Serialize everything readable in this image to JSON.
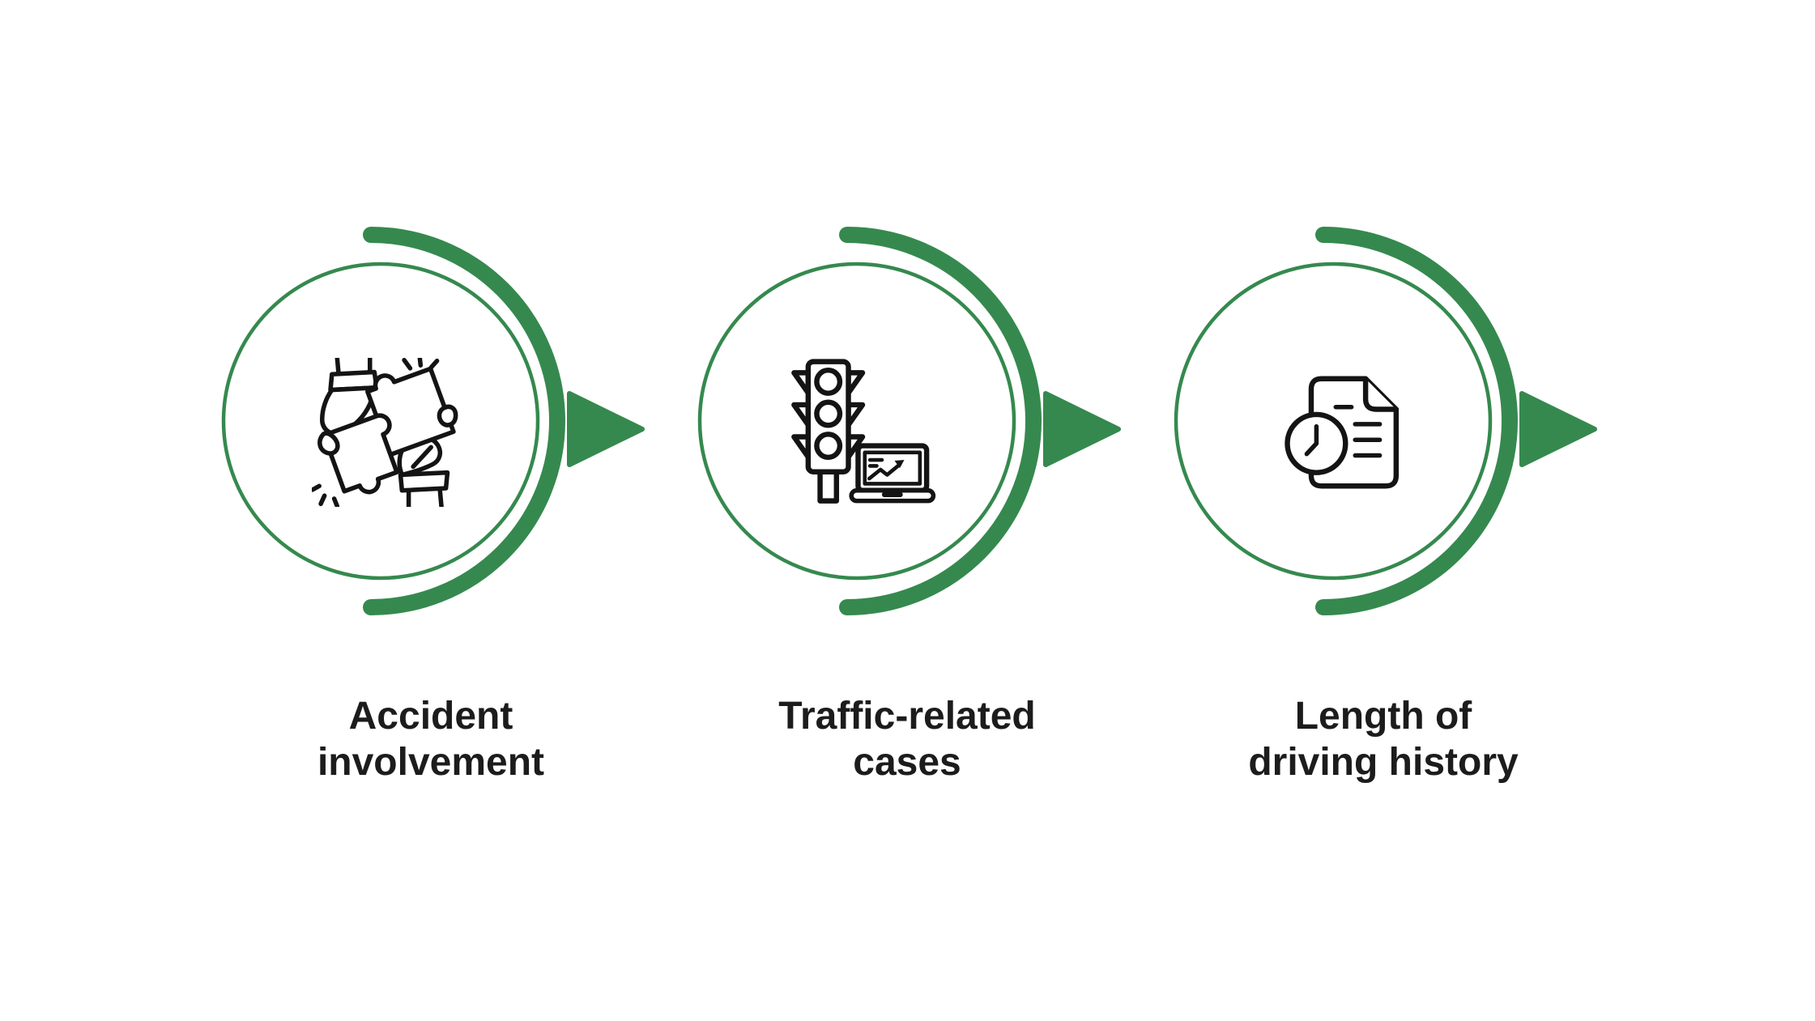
{
  "background_color": "#ffffff",
  "accent_green": "#35894e",
  "icon_stroke_color": "#141414",
  "label_text_color": "#1c1c1c",
  "steps": [
    {
      "label": "Accident\ninvolvement",
      "icon": "puzzle-hands-icon"
    },
    {
      "label": "Traffic-related\ncases",
      "icon": "traffic-light-laptop-icon"
    },
    {
      "label": "Length of\ndriving history",
      "icon": "document-clock-icon"
    }
  ]
}
